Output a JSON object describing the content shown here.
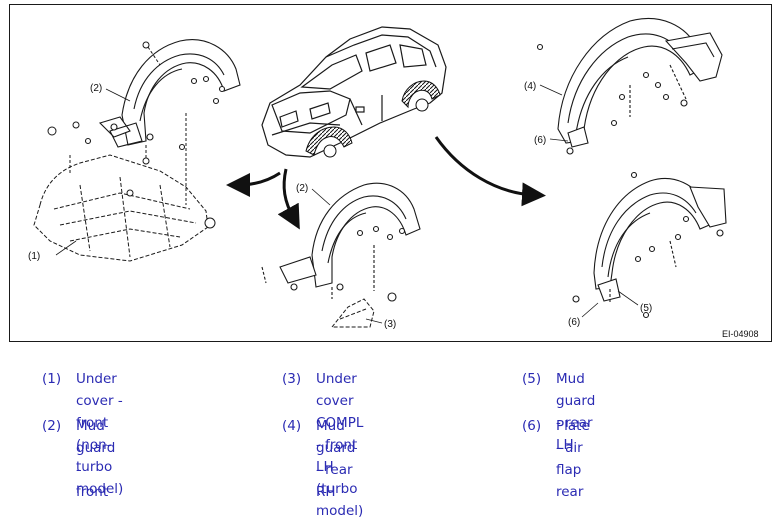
{
  "figure": {
    "reference_code": "EI-04908",
    "callouts": {
      "c1": "(1)",
      "c2a": "(2)",
      "c2b": "(2)",
      "c3": "(3)",
      "c4": "(4)",
      "c5": "(5)",
      "c6a": "(6)",
      "c6b": "(6)"
    }
  },
  "legend": [
    {
      "num": "(1)",
      "line1": "Under cover - front (non-",
      "line2": "turbo model)"
    },
    {
      "num": "(2)",
      "line1": "Mud guard - front",
      "line2": ""
    },
    {
      "num": "(3)",
      "line1": "Under cover COMPL - front",
      "line2": "LH (turbo model)"
    },
    {
      "num": "(4)",
      "line1": "Mud guard - rear RH",
      "line2": ""
    },
    {
      "num": "(5)",
      "line1": "Mud guard - rear LH",
      "line2": ""
    },
    {
      "num": "(6)",
      "line1": "Plate - air flap rear",
      "line2": ""
    }
  ],
  "colors": {
    "legend_text": "#2b2bb3",
    "line_art": "#1a1a1a"
  }
}
